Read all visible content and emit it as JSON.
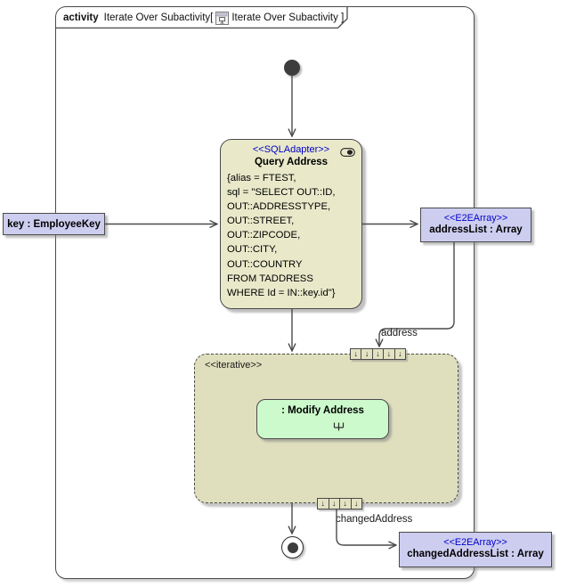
{
  "colors": {
    "line": "#4a4a4a",
    "node_fill": "#e9e9ca",
    "region_fill": "#dfdfbd",
    "expansion_fill": "#e3e3c3",
    "action_green": "#ccfacc",
    "param_lavender": "#cdcdf0",
    "stereotype_blue": "#0000cc",
    "shadow": "#9e9e9e"
  },
  "frame": {
    "keyword": "activity",
    "title_left": "Iterate Over Subactivity[",
    "title_right": "Iterate Over Subactivity ]"
  },
  "query_action": {
    "stereotype": "<<SQLAdapter>>",
    "name": "Query Address",
    "body_lines": [
      "{alias = FTEST,",
      "sql = \"SELECT OUT::ID,",
      "OUT::ADDRESSTYPE,",
      "OUT::STREET,",
      "OUT::ZIPCODE,",
      "OUT::CITY,",
      "OUT::COUNTRY",
      "FROM TADDRESS",
      "WHERE Id = IN::key.id\"}"
    ]
  },
  "key_param": {
    "label": "key : EmployeeKey"
  },
  "address_list_param": {
    "stereotype": "<<E2EArray>>",
    "label": "addressList : Array"
  },
  "changed_address_list_param": {
    "stereotype": "<<E2EArray>>",
    "label": "changedAddressList : Array"
  },
  "iterative_region": {
    "stereotype": "<<iterative>>"
  },
  "modify_action": {
    "name": ": Modify Address"
  },
  "edge_labels": {
    "address": "address",
    "changed_address": "changedAddress"
  },
  "icons": {
    "expansion_arrow": "↓"
  }
}
